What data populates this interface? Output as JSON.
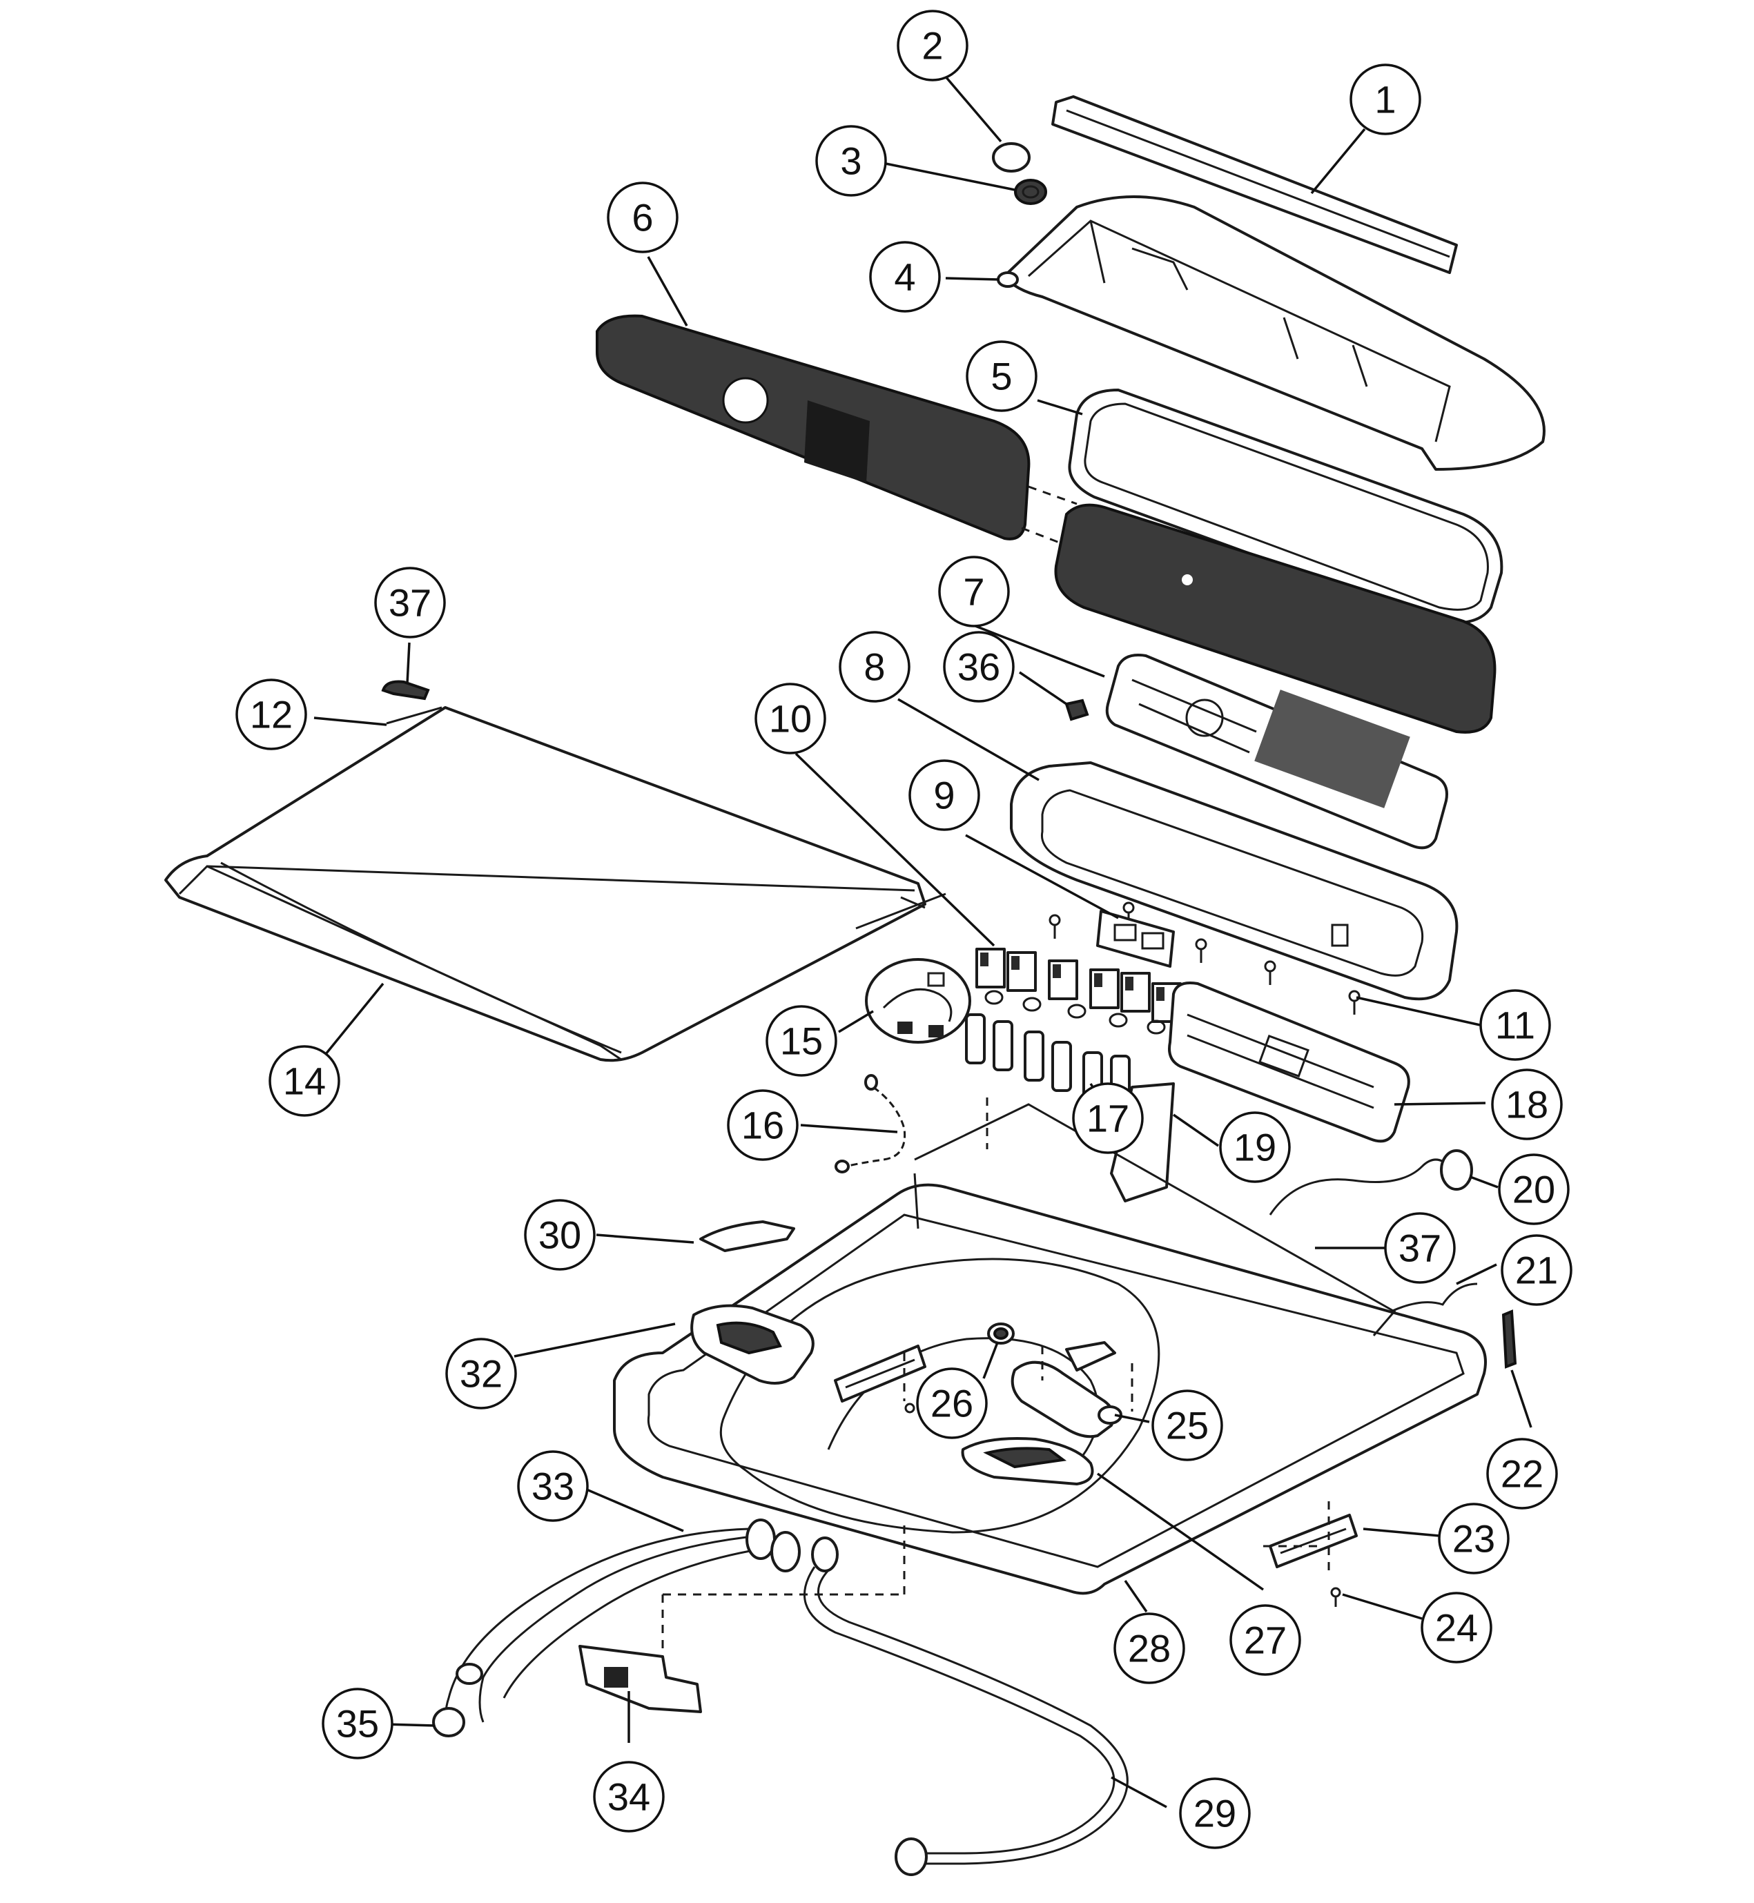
{
  "diagram": {
    "type": "exploded-parts-view",
    "callouts": [
      {
        "id": "c1",
        "label": "1"
      },
      {
        "id": "c2",
        "label": "2"
      },
      {
        "id": "c3",
        "label": "3"
      },
      {
        "id": "c4",
        "label": "4"
      },
      {
        "id": "c5",
        "label": "5"
      },
      {
        "id": "c6",
        "label": "6"
      },
      {
        "id": "c7",
        "label": "7"
      },
      {
        "id": "c8",
        "label": "8"
      },
      {
        "id": "c9",
        "label": "9"
      },
      {
        "id": "c10",
        "label": "10"
      },
      {
        "id": "c11",
        "label": "11"
      },
      {
        "id": "c12",
        "label": "12"
      },
      {
        "id": "c14",
        "label": "14"
      },
      {
        "id": "c15",
        "label": "15"
      },
      {
        "id": "c16",
        "label": "16"
      },
      {
        "id": "c17",
        "label": "17"
      },
      {
        "id": "c18",
        "label": "18"
      },
      {
        "id": "c19",
        "label": "19"
      },
      {
        "id": "c20",
        "label": "20"
      },
      {
        "id": "c21",
        "label": "21"
      },
      {
        "id": "c22",
        "label": "22"
      },
      {
        "id": "c23",
        "label": "23"
      },
      {
        "id": "c24",
        "label": "24"
      },
      {
        "id": "c25",
        "label": "25"
      },
      {
        "id": "c26",
        "label": "26"
      },
      {
        "id": "c27",
        "label": "27"
      },
      {
        "id": "c28",
        "label": "28"
      },
      {
        "id": "c29",
        "label": "29"
      },
      {
        "id": "c30",
        "label": "30"
      },
      {
        "id": "c32",
        "label": "32"
      },
      {
        "id": "c33",
        "label": "33"
      },
      {
        "id": "c34",
        "label": "34"
      },
      {
        "id": "c35",
        "label": "35"
      },
      {
        "id": "c36",
        "label": "36"
      },
      {
        "id": "c37a",
        "label": "37"
      },
      {
        "id": "c37b",
        "label": "37"
      }
    ]
  }
}
